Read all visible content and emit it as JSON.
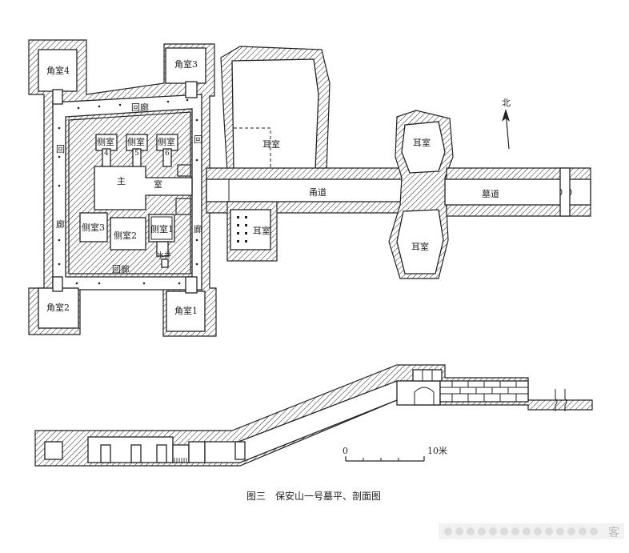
{
  "plan": {
    "corner_rooms": [
      "角室4",
      "角室3",
      "角室2",
      "角室1"
    ],
    "corridor_labels": {
      "top": "回廊",
      "bottom": "回廊",
      "left_a": "回",
      "left_b": "廊",
      "right_a": "回",
      "right_b": "廊"
    },
    "side_rooms_top": [
      {
        "label": "侧室",
        "num": "4"
      },
      {
        "label": "侧室",
        "num": "5"
      },
      {
        "label": "侧室",
        "num": "6"
      }
    ],
    "side_rooms_bottom": [
      "侧室3",
      "侧室2",
      "侧室1"
    ],
    "main_room_a": "主",
    "main_room_b": "室",
    "water_well": "水井",
    "ear_rooms": [
      "耳室",
      "耳室",
      "耳室",
      "耳室"
    ],
    "passage": "甬道",
    "tomb_path": "墓道",
    "north": "北"
  },
  "scale": {
    "zero": "0",
    "end": "10米"
  },
  "caption": "图三　保安山一号墓平、剖面图",
  "watermark": "客"
}
